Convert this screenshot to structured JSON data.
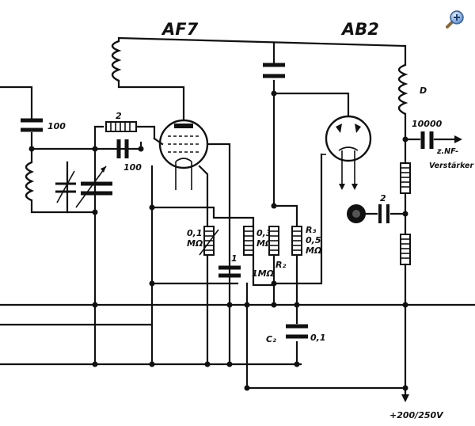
{
  "viewer": {
    "zoom_icon": "magnifier-zoom-in-icon"
  },
  "schematic": {
    "tube_left": "AF7",
    "tube_right": "AB2",
    "labels": {
      "cap_100_top": "100",
      "cap_2_grid": "2",
      "cap_100_grid": "100",
      "res_01": "0,1",
      "res_01_unit": "MΩ",
      "res_03": "0,3",
      "res_03_unit": "MΩ",
      "res_r2": "R₂",
      "res_r2_val": "1MΩ",
      "res_r3": "R₃",
      "res_r3_val": "0,5",
      "res_r3_unit": "MΩ",
      "cap_1": "1",
      "choke_d": "D",
      "cap_10000": "10000",
      "nf_1": "z.NF-",
      "nf_2": "Verstärker",
      "cap_2_eye": "2",
      "c2": "C₂",
      "c2_val": "0,1",
      "supply": "+200/250V"
    }
  }
}
